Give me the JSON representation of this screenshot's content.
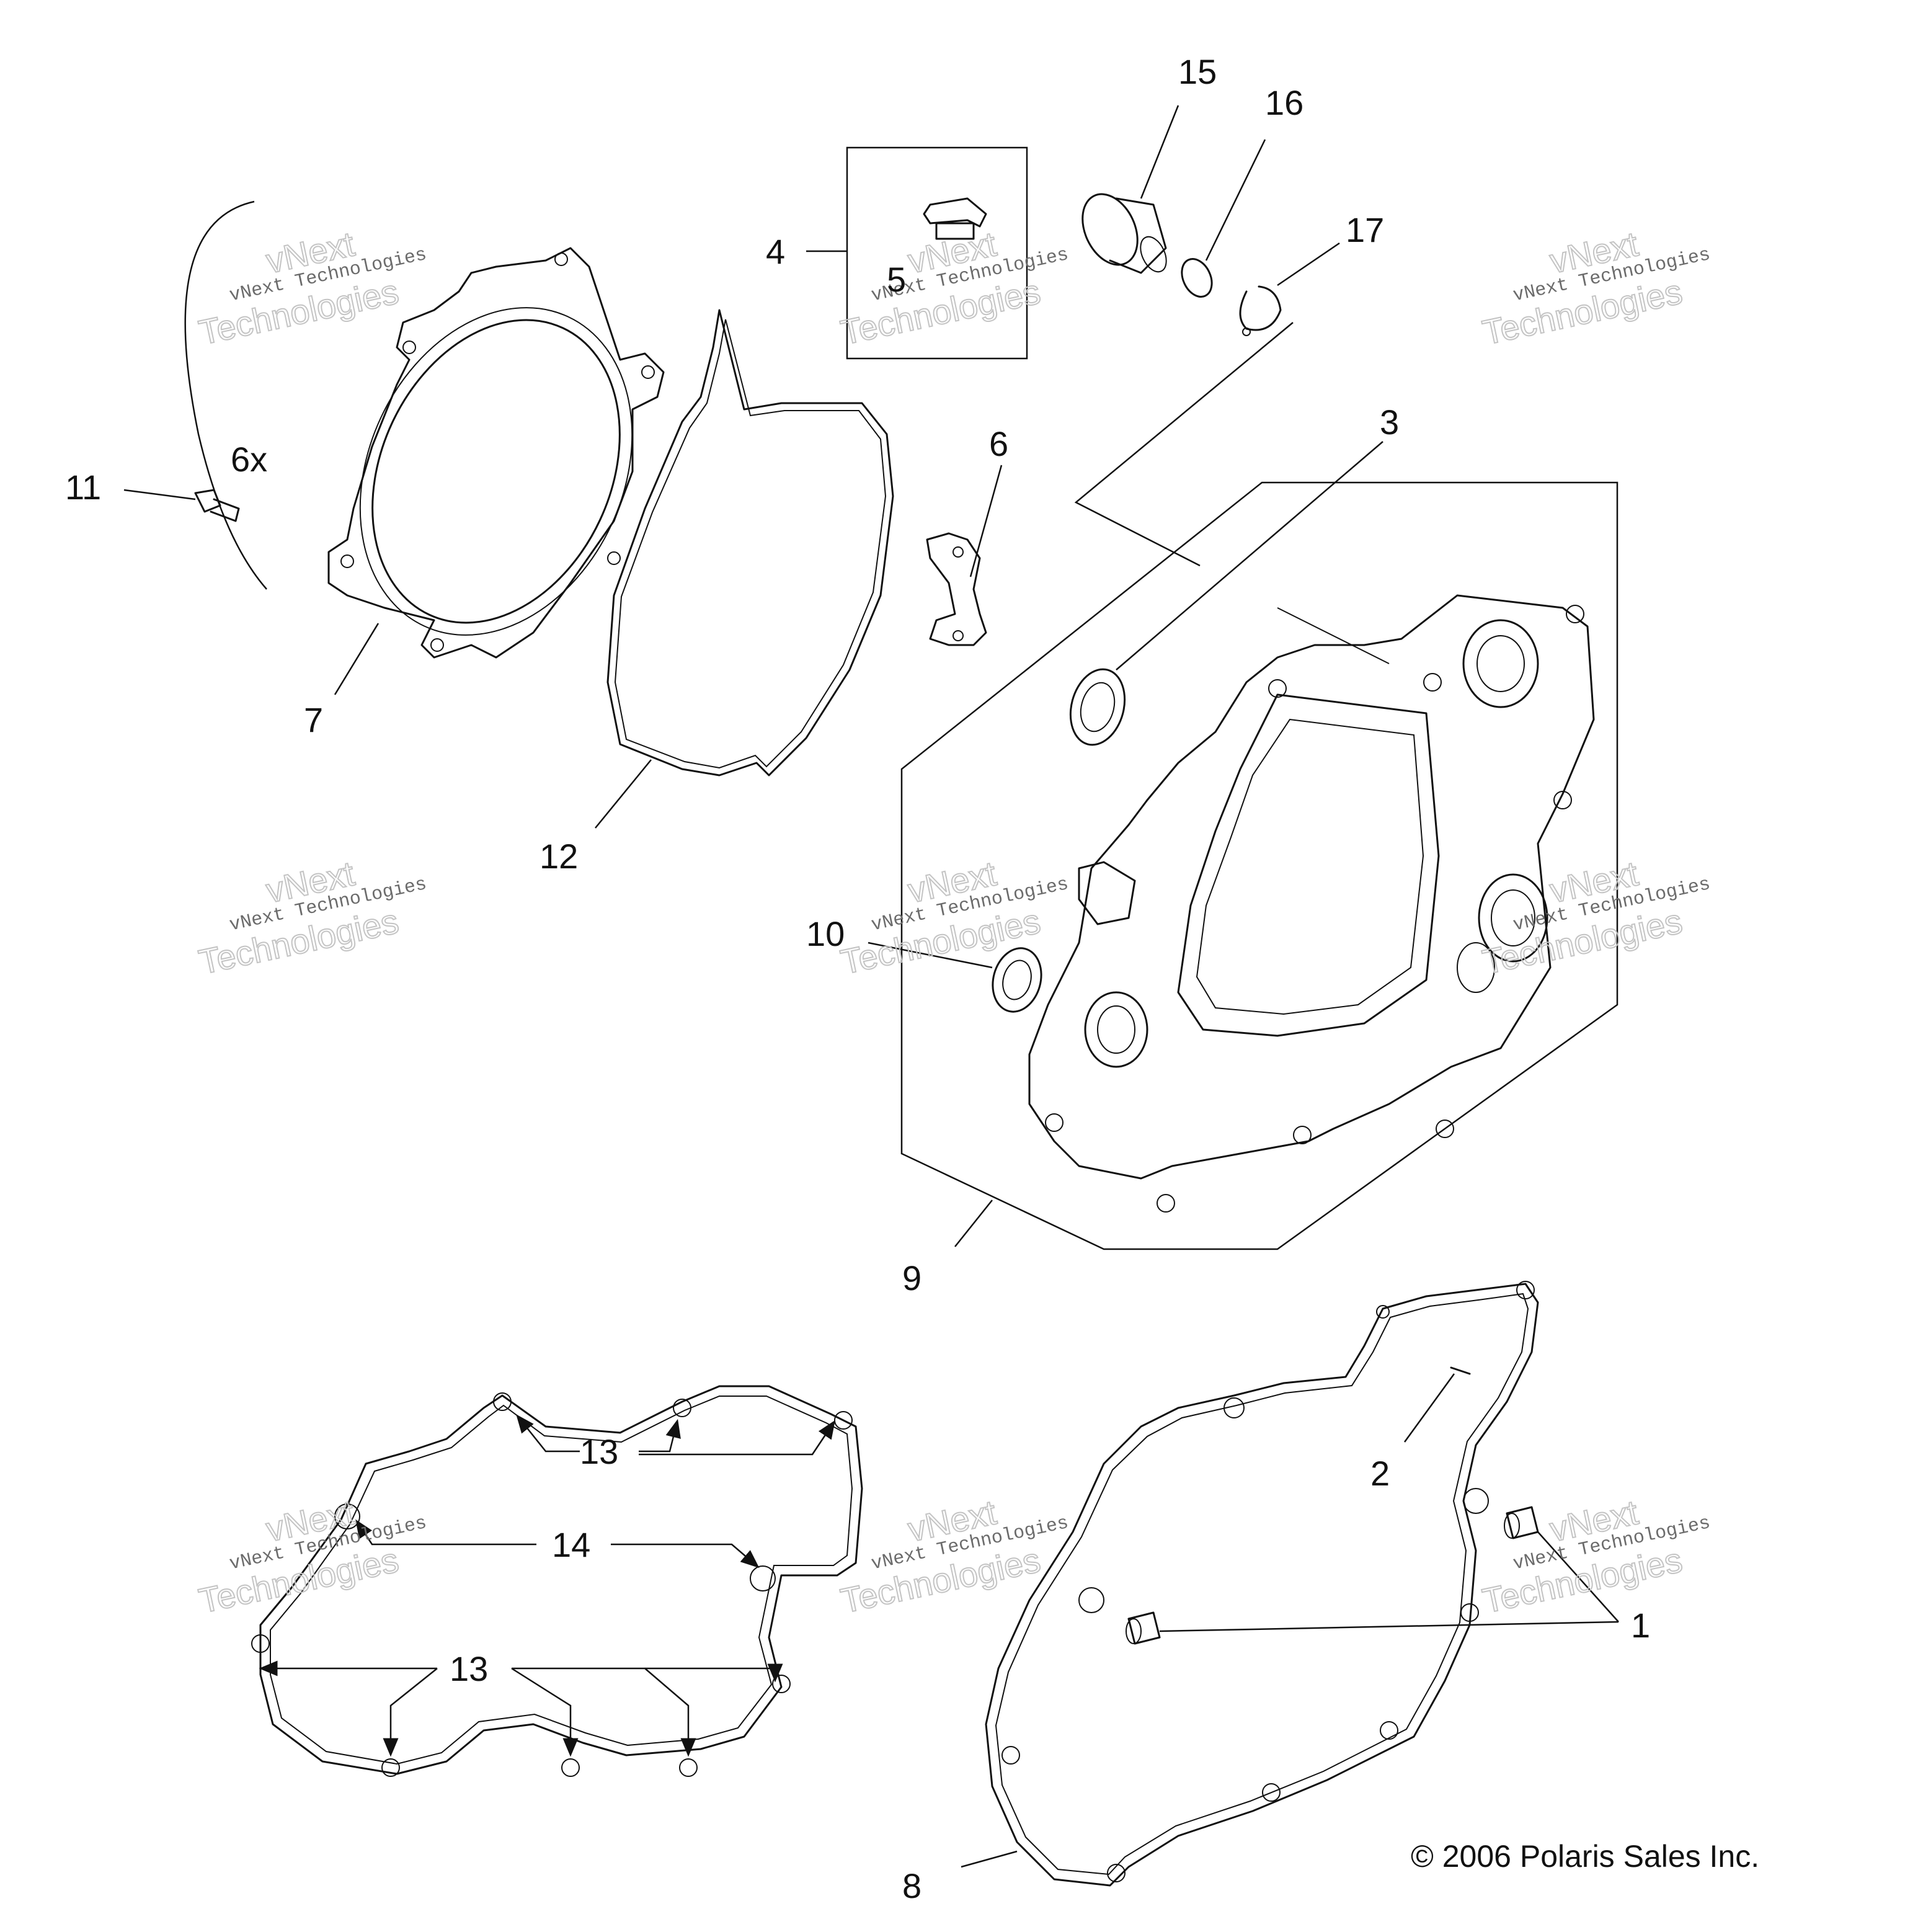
{
  "callouts": {
    "c1": "1",
    "c2": "2",
    "c3": "3",
    "c4": "4",
    "c5": "5",
    "c6": "6",
    "c6x": "6x",
    "c7": "7",
    "c8": "8",
    "c9": "9",
    "c10": "10",
    "c11": "11",
    "c12": "12",
    "c13a": "13",
    "c13b": "13",
    "c14": "14",
    "c15": "15",
    "c16": "16",
    "c17": "17"
  },
  "watermark": {
    "line1": "vNext Technologies",
    "line2": "vNext",
    "line3": "Technologies"
  },
  "copyright": "© 2006 Polaris Sales Inc."
}
